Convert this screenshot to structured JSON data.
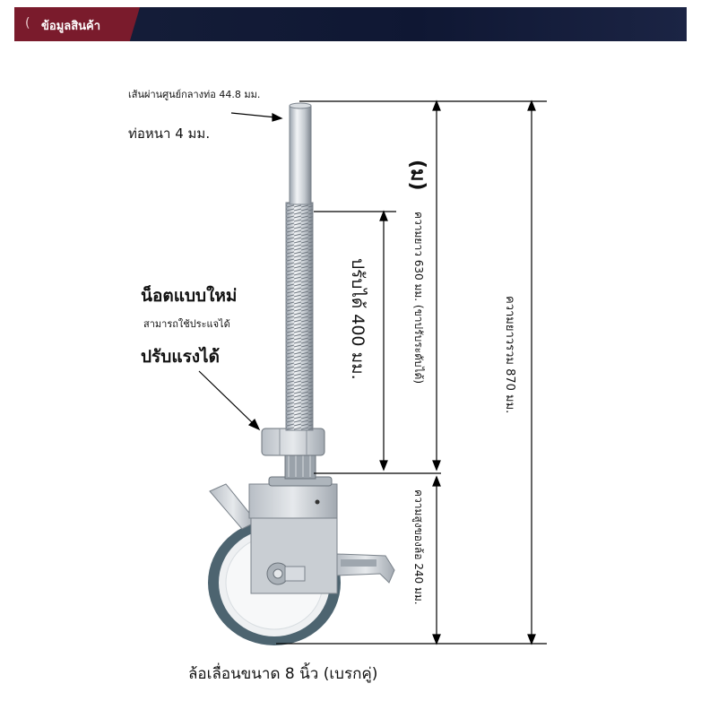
{
  "header": {
    "back_glyph": "(",
    "title": "ข้อมูลสินค้า"
  },
  "labels": {
    "center_diameter": "เส้นผ่านศูนย์กลางท่อ 44.8 มม.",
    "wall_thickness": "ท่อหนา 4 มม.",
    "new_nut": "น็อตแบบใหม่",
    "wrench": "สามารถใช้ประแจได้",
    "adjustable_force": "ปรับแรงได้",
    "adjust_400": "ปรับได้ 400 มม.",
    "marker": "(ม)",
    "length_630": "ความยาว 630 มม. (ขาปรับระดับได้)",
    "total_870": "ความยาวรวม 870 มม.",
    "wheel_240": "ความสูงของล้อ 240 มม.",
    "caption": "ล้อเลื่อนขนาด 8 นิ้ว (เบรกคู่)"
  },
  "colors": {
    "header_bg": "#0f1733",
    "header_tab": "#7a1b2c",
    "line": "#000000"
  }
}
